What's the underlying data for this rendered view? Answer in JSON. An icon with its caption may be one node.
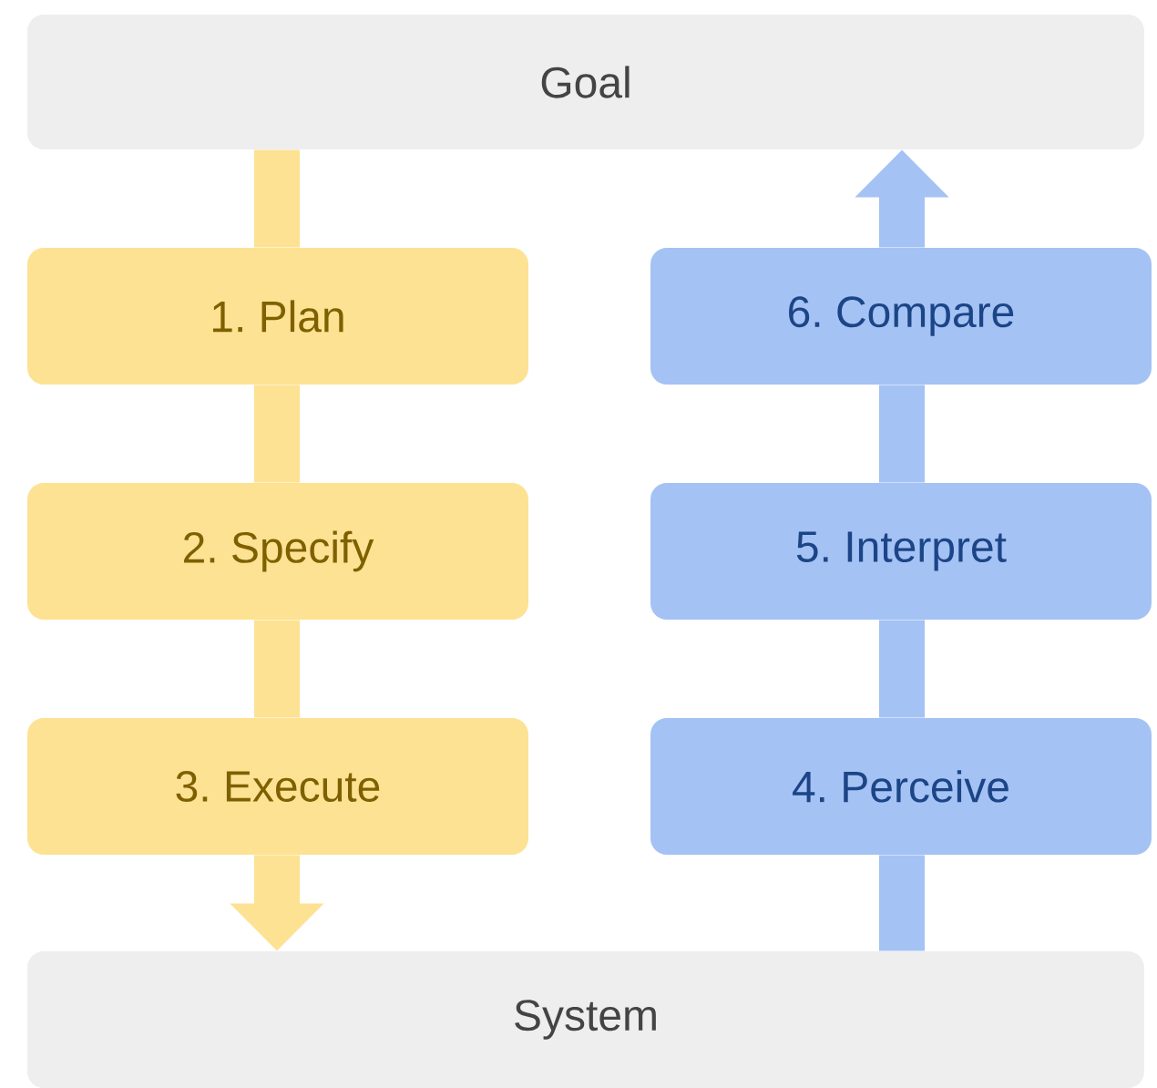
{
  "diagram": {
    "nodes": [
      {
        "text": [
          "Goal"
        ]
      },
      {
        "text": [
          "1. Plan"
        ]
      },
      {
        "text": [
          "2. Specify"
        ]
      },
      {
        "text": [
          "3. Execute"
        ]
      },
      {
        "text": [
          "6. Compare"
        ]
      },
      {
        "text": [
          "5. Interpret"
        ]
      },
      {
        "text": [
          "4. Perceive"
        ]
      },
      {
        "text": [
          "System"
        ]
      }
    ],
    "edges": [
      {
        "from": 0,
        "to": 1,
        "arrow": "none",
        "color": "#fde293"
      },
      {
        "from": 1,
        "to": 2,
        "arrow": "none",
        "color": "#fde293"
      },
      {
        "from": 2,
        "to": 3,
        "arrow": "none",
        "color": "#fde293"
      },
      {
        "from": 3,
        "to": 7,
        "arrow": "to",
        "color": "#fde293"
      },
      {
        "from": 7,
        "to": 6,
        "arrow": "none",
        "color": "#a4c2f4"
      },
      {
        "from": 6,
        "to": 5,
        "arrow": "none",
        "color": "#a4c2f4"
      },
      {
        "from": 5,
        "to": 4,
        "arrow": "none",
        "color": "#a4c2f4"
      },
      {
        "from": 4,
        "to": 0,
        "arrow": "to",
        "color": "#a4c2f4"
      }
    ]
  }
}
